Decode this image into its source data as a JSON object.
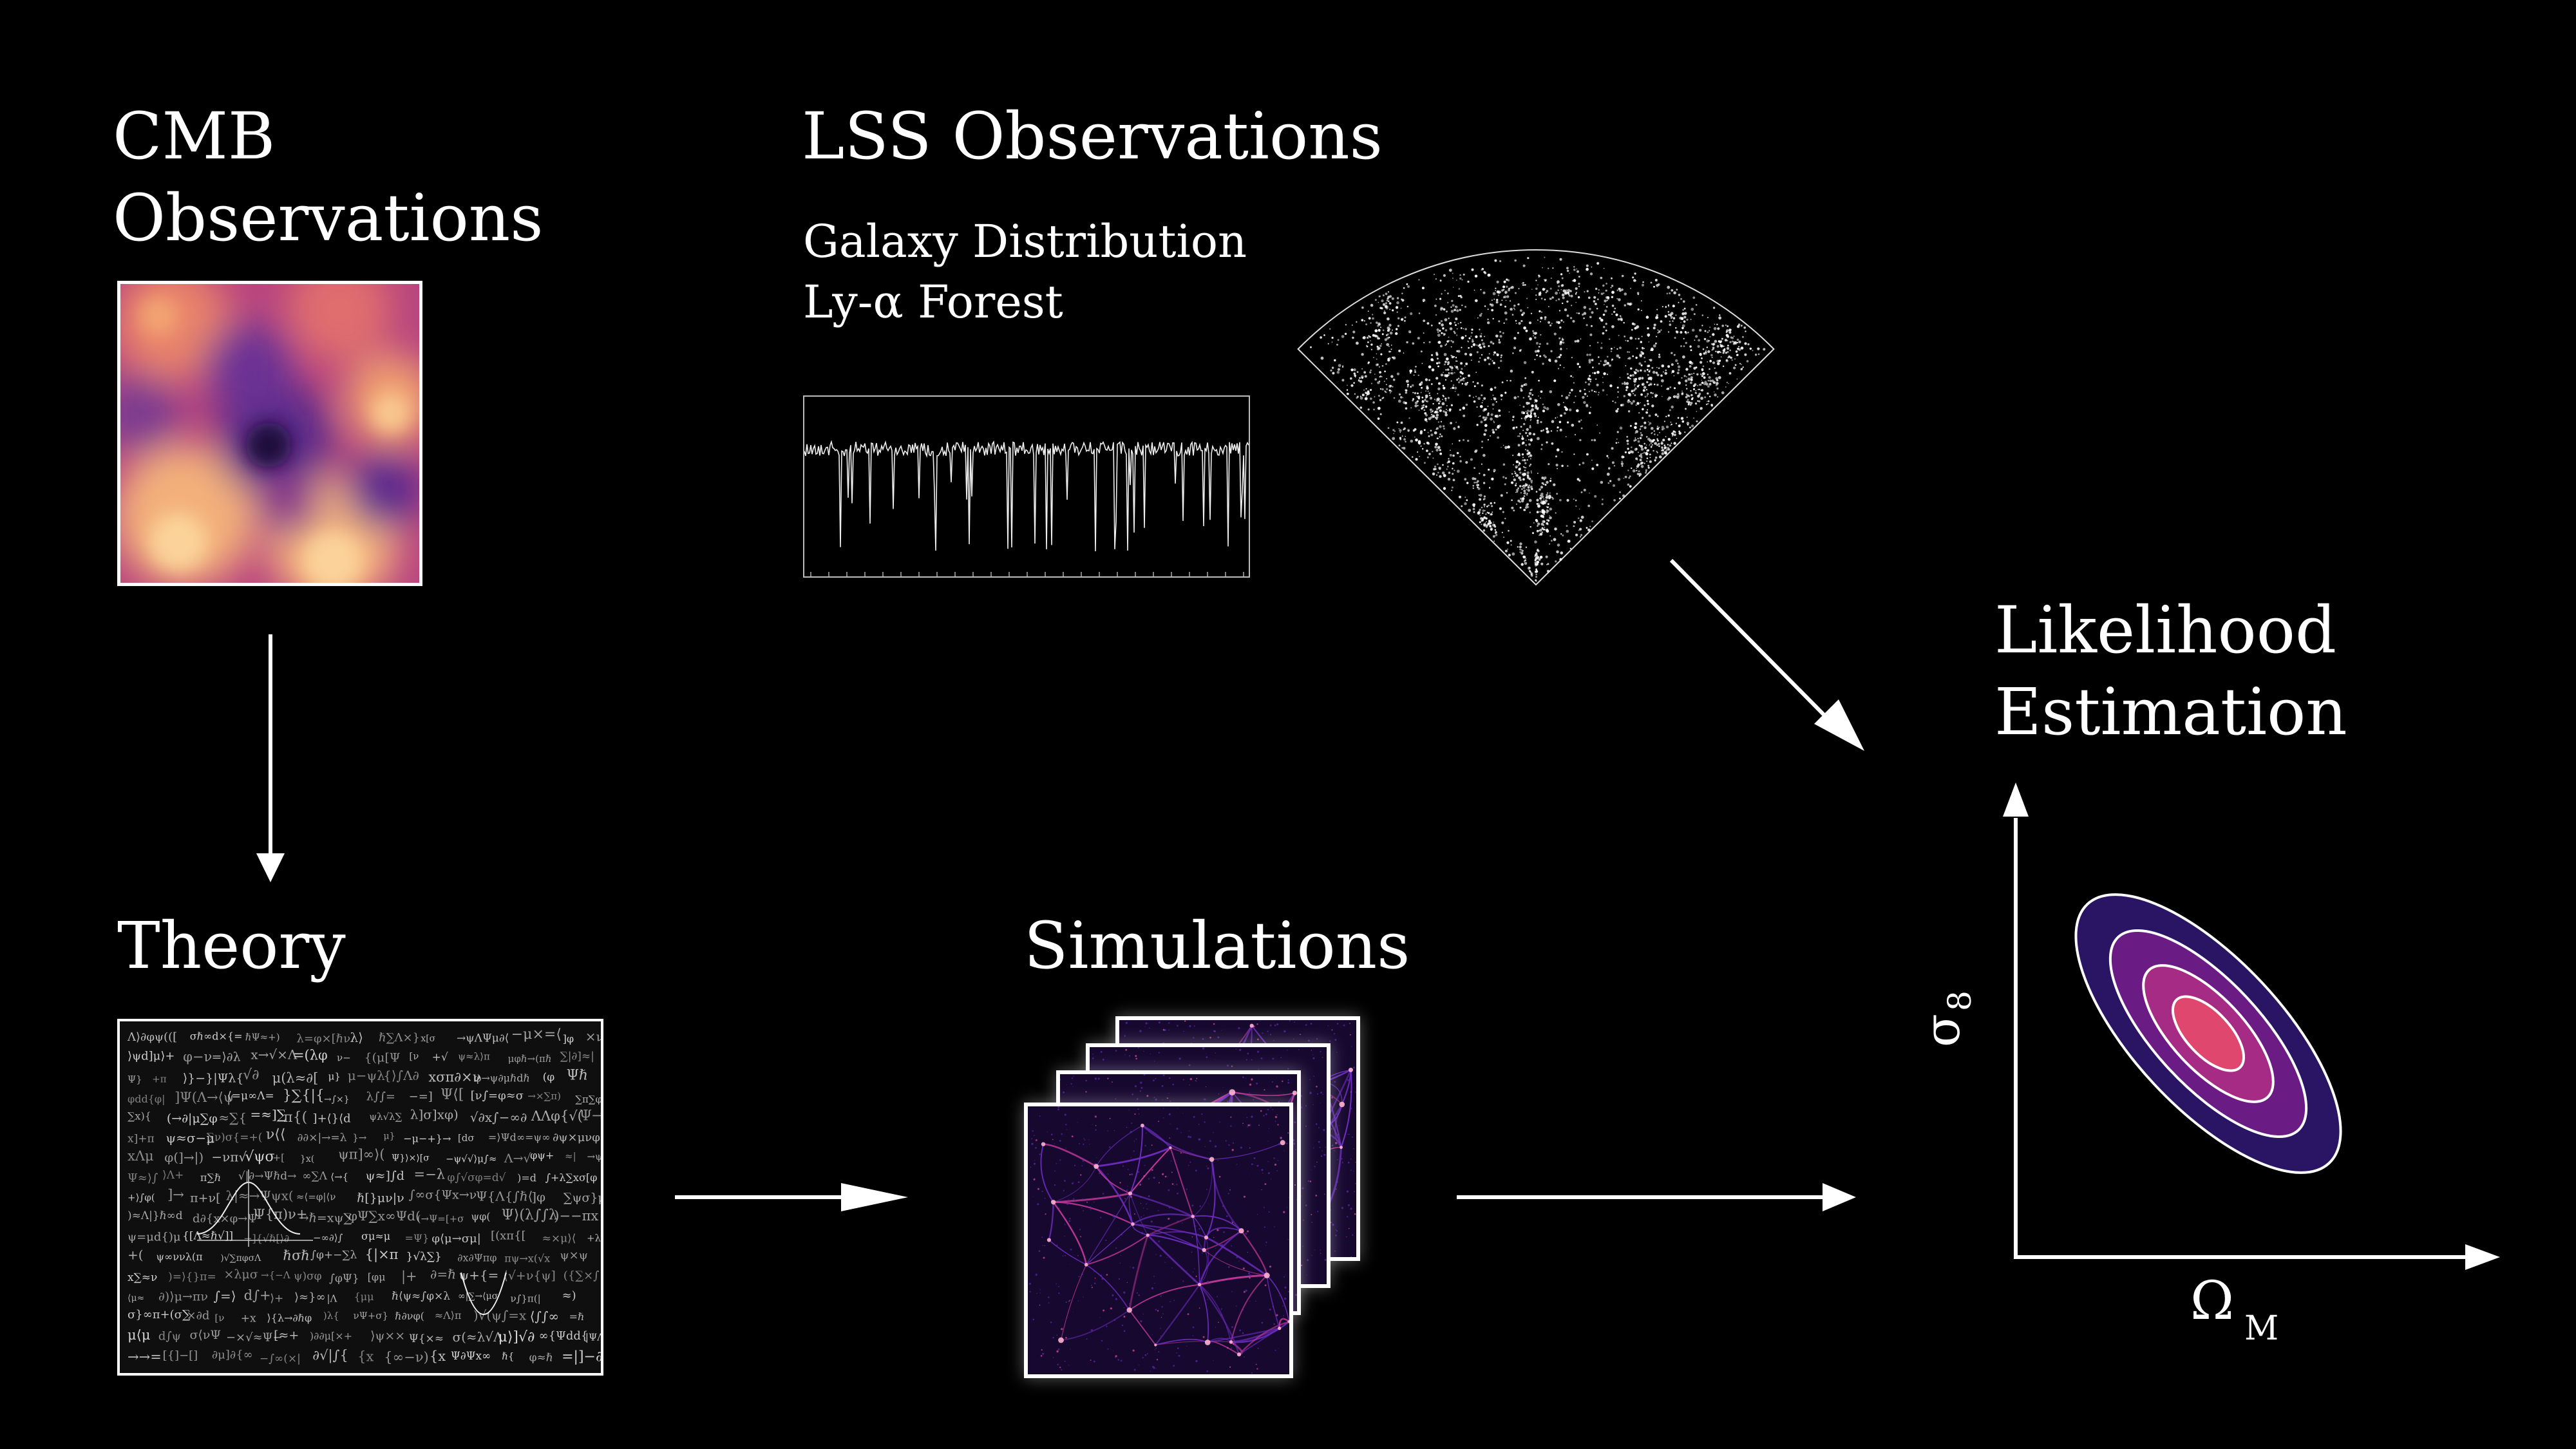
{
  "cmb": {
    "title": "CMB\nObservations"
  },
  "lss": {
    "title": "LSS Observations",
    "sub1": "Galaxy Distribution",
    "sub2": "Ly-α Forest"
  },
  "theory": {
    "title": "Theory"
  },
  "simulations": {
    "title": "Simulations"
  },
  "likelihood": {
    "title": "Likelihood\nEstimation",
    "y_axis_label": "σ",
    "y_axis_subscript": "8",
    "x_axis_label": "Ω",
    "x_axis_subscript": "M"
  },
  "colors": {
    "background": "#000000",
    "foreground": "#ffffff",
    "contour_outer": "#2a1565",
    "contour_2": "#6a1c84",
    "contour_3": "#a52b85",
    "contour_inner": "#e0476f"
  },
  "icons": [
    "cmb-map",
    "lya-forest-spectrum",
    "galaxy-survey-wedge",
    "equations-blackboard",
    "simulation-stack",
    "contour-plot"
  ]
}
